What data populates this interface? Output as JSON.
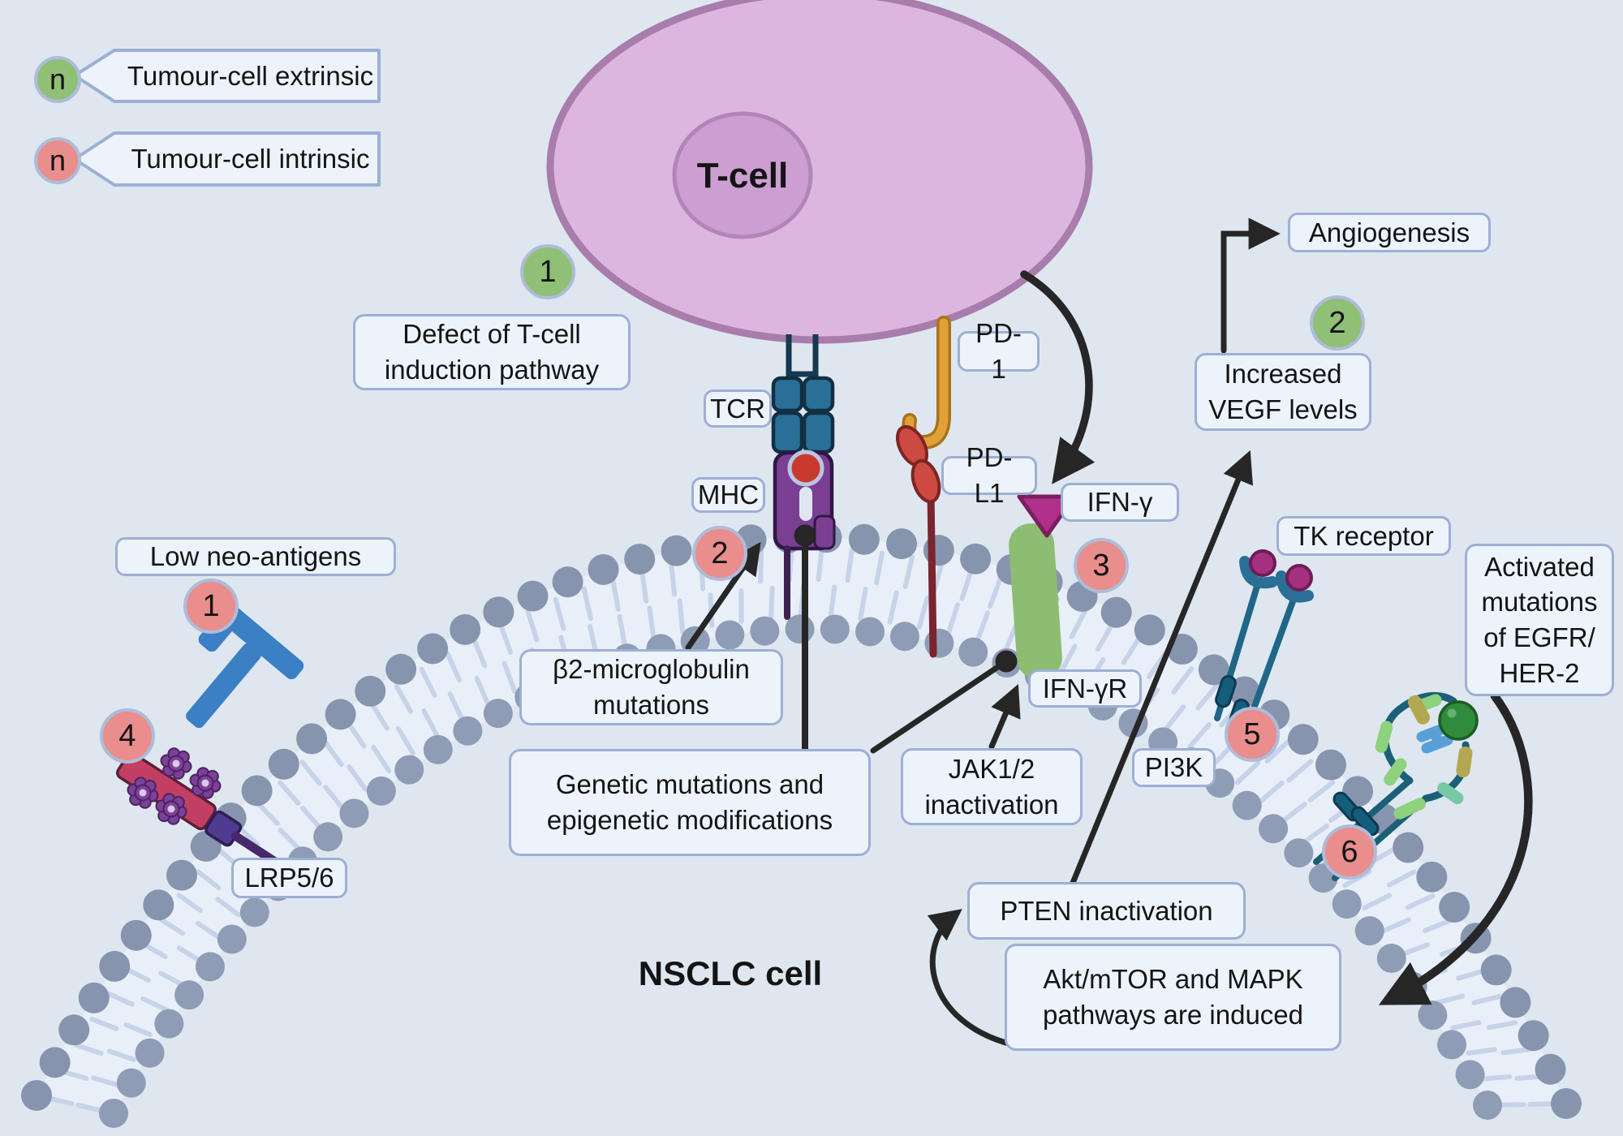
{
  "legend": {
    "extrinsic": {
      "symbol": "n",
      "label": "Tumour-cell extrinsic"
    },
    "intrinsic": {
      "symbol": "n",
      "label": "Tumour-cell intrinsic"
    }
  },
  "cells": {
    "t_cell": "T-cell",
    "nsclc": "NSCLC cell"
  },
  "receptor_labels": {
    "tcr": "TCR",
    "mhc": "MHC",
    "pd1": "PD-1",
    "pdl1": "PD-L1",
    "ifng": "IFN-γ",
    "ifngr": "IFN-γR",
    "tk_receptor": "TK receptor",
    "pi3k": "PI3K",
    "lrp56": "LRP5/6"
  },
  "boxes": {
    "defect_tcell": "Defect of T-cell\ninduction pathway",
    "angiogenesis": "Angiogenesis",
    "increased_vegf": "Increased\nVEGF levels",
    "low_neo_antigens": "Low neo-antigens",
    "b2_microglobulin": "β2-microglobulin\nmutations",
    "genetic_mutations": "Genetic mutations and\nepigenetic modifications",
    "jak_inactivation": "JAK1/2\ninactivation",
    "pten_inactivation": "PTEN inactivation",
    "akt_mtor": "Akt/mTOR and MAPK\npathways are induced",
    "egfr_mutations": "Activated\nmutations\nof EGFR/\nHER-2"
  },
  "markers": {
    "green": [
      "1",
      "2"
    ],
    "red": [
      "1",
      "2",
      "3",
      "4",
      "5",
      "6"
    ]
  },
  "colors": {
    "background": "#dee7f0",
    "box_fill": "#edf3fb",
    "box_border": "#9dafd4",
    "extrinsic_green": "#90c075",
    "intrinsic_red": "#e98d8d",
    "membrane_head": "#8b99b2",
    "membrane_tail": "#c6d3e9",
    "tcell_body": "#ddb6e0",
    "tcell_nucleus": "#cc9ed2",
    "tcr_teal": "#2a6f96",
    "mhc_purple": "#7b3f92",
    "antigen_red": "#c9392e",
    "pd1_orange": "#e0a139",
    "pdl1_red": "#cc4a42",
    "ifng_magenta": "#b13089",
    "ifngr_green": "#8cbd72",
    "neoantigen_blue": "#3b7fc4",
    "lrp_crimson": "#c23f63",
    "gear_purple": "#7d4099",
    "egfr_sphere_green": "#2f8c3c",
    "arrow_black": "#262626"
  }
}
